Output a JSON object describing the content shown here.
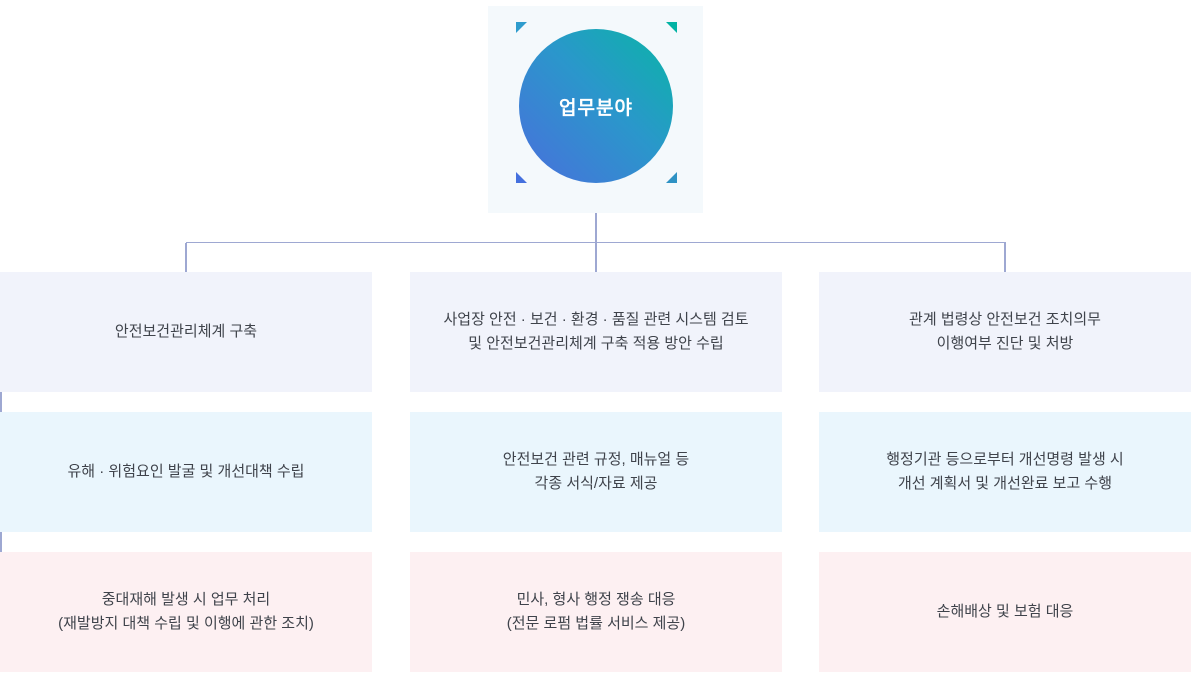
{
  "diagram": {
    "center": {
      "label": "업무분야"
    },
    "colors": {
      "circle_gradient_start": "#4a6fdc",
      "circle_gradient_end": "#0ab5a6",
      "connector_line": "#9ea8d2",
      "square_bg": "#f4f9fc",
      "row1_bg": "#f1f3fb",
      "row2_bg": "#eaf6fd",
      "row3_bg": "#fdf0f2",
      "marker_top_left": "#2e9ccd",
      "marker_top_right": "#02b3a4",
      "marker_bottom_left": "#4470de",
      "marker_bottom_right": "#2e92c4",
      "box_text": "#3f434b"
    },
    "columns": [
      {
        "boxes": [
          {
            "lines": [
              "안전보건관리체계 구축"
            ]
          },
          {
            "lines": [
              "유해 · 위험요인 발굴 및 개선대책 수립"
            ]
          },
          {
            "lines": [
              "중대재해 발생 시 업무 처리",
              "(재발방지 대책 수립 및 이행에 관한 조치)"
            ]
          }
        ]
      },
      {
        "boxes": [
          {
            "lines": [
              "사업장 안전 · 보건 · 환경 · 품질 관련 시스템 검토",
              "및 안전보건관리체계 구축 적용 방안 수립"
            ]
          },
          {
            "lines": [
              "안전보건 관련 규정, 매뉴얼 등",
              "각종 서식/자료 제공"
            ]
          },
          {
            "lines": [
              "민사, 형사 행정 쟁송 대응",
              "(전문 로펌 법률 서비스 제공)"
            ]
          }
        ]
      },
      {
        "boxes": [
          {
            "lines": [
              "관계 법령상 안전보건 조치의무",
              "이행여부 진단 및 처방"
            ]
          },
          {
            "lines": [
              "행정기관 등으로부터 개선명령 발생 시",
              "개선 계획서 및 개선완료 보고 수행"
            ]
          },
          {
            "lines": [
              "손해배상 및 보험 대응"
            ]
          }
        ]
      }
    ]
  }
}
